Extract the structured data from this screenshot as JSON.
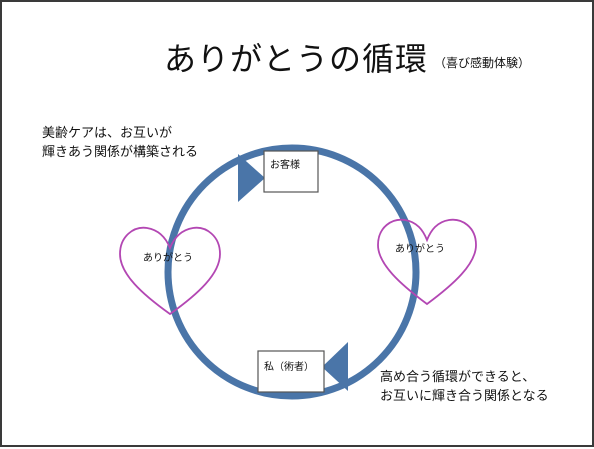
{
  "title": "ありがとうの循環",
  "subtitle": "（喜び感動体験）",
  "note_top": {
    "line1": "美齢ケアは、お互いが",
    "line2": "輝きあう関係が構築される"
  },
  "note_bottom": {
    "line1": "高め合う循環ができると、",
    "line2": "お互いに輝き合う関係となる"
  },
  "nodes": {
    "customer": "お客様",
    "practitioner": "私（術者）"
  },
  "hearts": {
    "left": "ありがとう",
    "right": "ありがとう"
  },
  "colors": {
    "arrow": "#4a75a8",
    "heart_outline": "#b347b3",
    "box_border": "#555555"
  }
}
